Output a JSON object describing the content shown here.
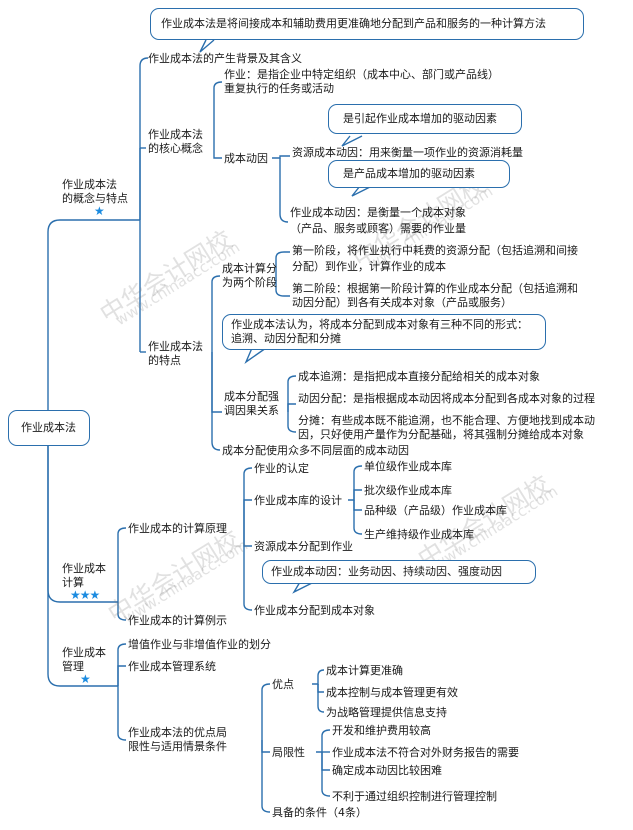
{
  "root": "作业成本法",
  "callouts": {
    "top_definition": "作业成本法是将间接成本和辅助费用更准确地分配到产品和服务的一种计算方法",
    "cost_driver_callout": "是引起作业成本增加的驱动因素",
    "activity_driver_callout": "是产品成本增加的驱动因素",
    "three_forms": [
      "作业成本法认为，将成本分配到成本对象有三种不同的形式：",
      "追溯、动因分配和分摊"
    ],
    "activity_driver_types": "作业成本动因：业务动因、持续动因、强度动因"
  },
  "branch1": {
    "label": [
      "作业成本法",
      "的概念与特点"
    ],
    "stars": "★",
    "background": "作业成本法的产生背景及其含义",
    "core": {
      "label": [
        "作业成本法",
        "的核心概念"
      ],
      "activity_def": [
        "作业：是指企业中特定组织（成本中心、部门或产品线）",
        "重复执行的任务或活动"
      ],
      "cost_driver": "成本动因",
      "resource_driver": "资源成本动因：用来衡量一项作业的资源消耗量",
      "activity_driver": [
        "作业成本动因：是衡量一个成本对象",
        "（产品、服务或顾客）需要的作业量"
      ]
    },
    "features": {
      "label": [
        "作业成本法",
        "的特点"
      ],
      "two_stages": [
        "成本计算分",
        "为两个阶段"
      ],
      "stage1": [
        "第一阶段，将作业执行中耗费的资源分配（包括追溯和间接",
        "分配）到作业，计算作业的成本"
      ],
      "stage2": [
        "第二阶段：根据第一阶段计算的作业成本分配（包括追溯和",
        "动因分配）到各有关成本对象（产品或服务）"
      ],
      "allocation": [
        "成本分配强",
        "调因果关系"
      ],
      "trace": "成本追溯：是指把成本直接分配给相关的成本对象",
      "driver_alloc": "动因分配：是指根据成本动因将成本分配到各成本对象的过程",
      "apportion": [
        "分摊：有些成本既不能追溯，也不能合理、方便地找到成本动",
        "因，只好使用产量作为分配基础，将其强制分摊给成本对象"
      ],
      "multi_level": "成本分配使用众多不同层面的成本动因"
    }
  },
  "branch2": {
    "label": [
      "作业成本",
      "计算"
    ],
    "stars": "★★★",
    "principle": "作业成本的计算原理",
    "identify": "作业的认定",
    "pool_design": "作业成本库的设计",
    "pools": [
      "单位级作业成本库",
      "批次级作业成本库",
      "品种级（产品级）作业成本库",
      "生产维持级作业成本库"
    ],
    "resource_to_activity": "资源成本分配到作业",
    "activity_to_object": "作业成本分配到成本对象",
    "example": "作业成本的计算例示"
  },
  "branch3": {
    "label": [
      "作业成本",
      "管理"
    ],
    "stars": "★",
    "value_division": "增值作业与非增值作业的划分",
    "mgmt_system": "作业成本管理系统",
    "evaluation": [
      "作业成本法的优点局",
      "限性与适用情景条件"
    ],
    "pros_label": "优点",
    "pros": [
      "成本计算更准确",
      "成本控制与成本管理更有效",
      "为战略管理提供信息支持"
    ],
    "cons_label": "局限性",
    "cons": [
      "开发和维护费用较高",
      "作业成本法不符合对外财务报告的需要",
      "确定成本动因比较困难",
      "不利于通过组织控制进行管理控制"
    ],
    "conditions": "具备的条件（4条）"
  },
  "watermark": {
    "cn": "中华会计网校",
    "en": "www.chinaacc.com"
  }
}
